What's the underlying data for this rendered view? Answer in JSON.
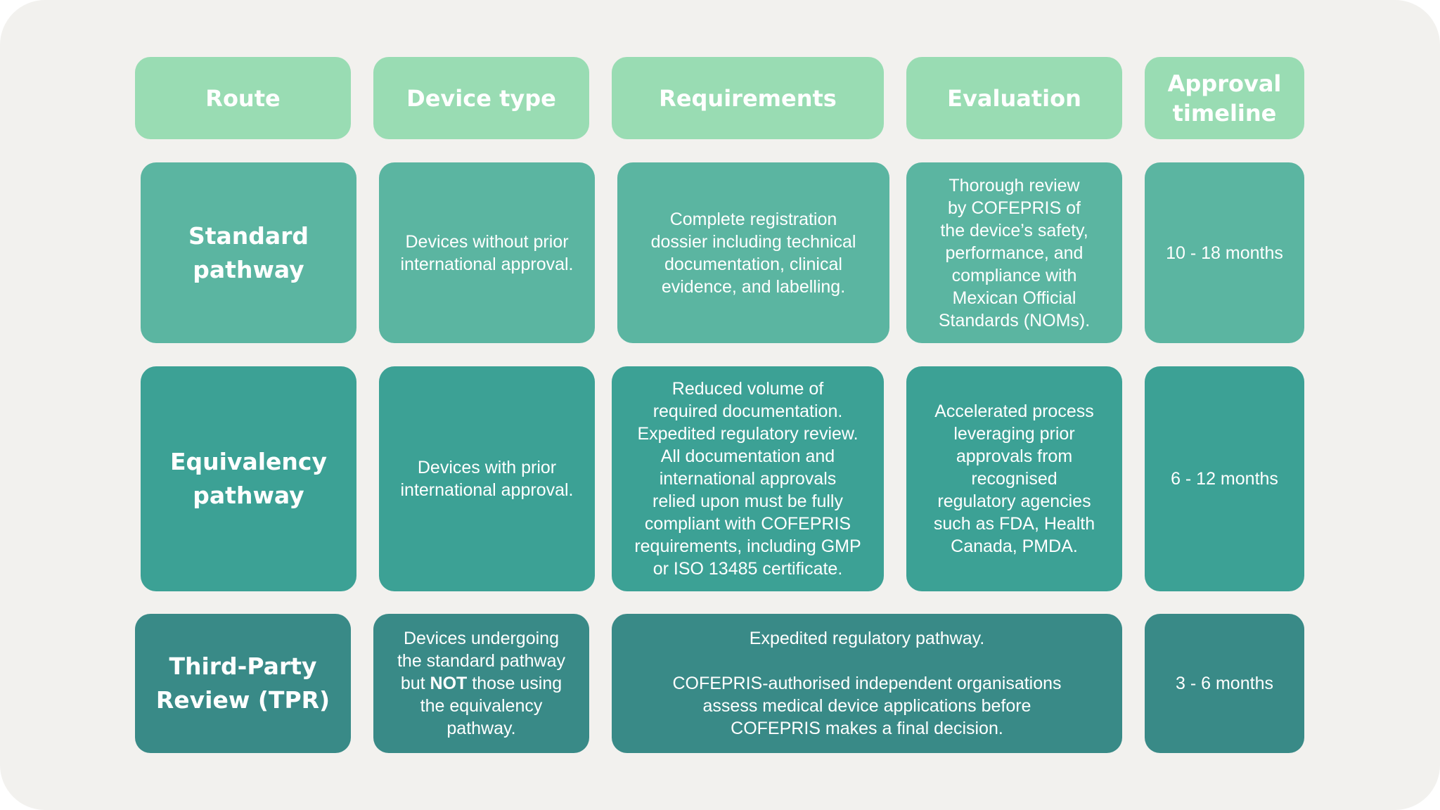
{
  "table": {
    "headers": [
      "Route",
      "Device type",
      "Requirements",
      "Evaluation",
      "Approval\ntimeline"
    ],
    "rows": [
      {
        "route": "Standard\npathway",
        "device_type": "Devices without prior\ninternational approval.",
        "requirements": "Complete registration\ndossier including technical\ndocumentation, clinical\nevidence, and labelling.",
        "evaluation": "Thorough review\nby COFEPRIS of\nthe device’s safety,\nperformance, and\ncompliance with\nMexican Official\nStandards (NOMs).",
        "timeline": "10 - 18 months"
      },
      {
        "route": "Equivalency\npathway",
        "device_type": "Devices with prior\ninternational approval.",
        "requirements": "Reduced volume of\nrequired documentation.\nExpedited regulatory review.\nAll documentation and\ninternational approvals\nrelied upon must be fully\ncompliant with COFEPRIS\nrequirements, including GMP\nor ISO 13485 certificate.",
        "evaluation": "Accelerated process\nleveraging prior\napprovals from\nrecognised\nregulatory agencies\nsuch as FDA, Health\nCanada, PMDA.",
        "timeline": "6 - 12 months"
      },
      {
        "route": "Third-Party\nReview (TPR)",
        "device_type_pre": "Devices undergoing\nthe standard pathway\nbut ",
        "device_type_emphasis": "NOT",
        "device_type_post": " those using\nthe equivalency\npathway.",
        "requirements_evaluation_line1": "Expedited regulatory pathway.",
        "requirements_evaluation_line2": "COFEPRIS-authorised independent organisations\nassess medical device applications before\nCOFEPRIS makes a final decision.",
        "timeline": "3 - 6 months"
      }
    ]
  },
  "colors": {
    "background": "#f2f1ee",
    "header": "#99dcb3",
    "row1": "#5bb5a1",
    "row2": "#3ca195",
    "row3": "#398a87",
    "text": "#ffffff"
  }
}
